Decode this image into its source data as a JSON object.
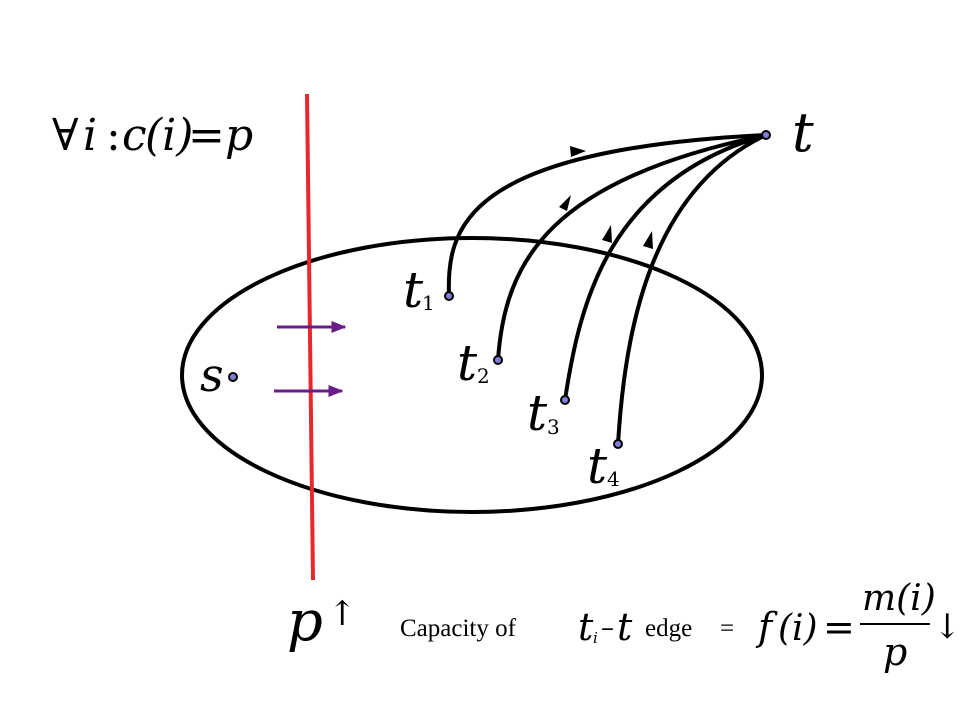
{
  "colors": {
    "stroke": "#000000",
    "cut_line": "#e8282b",
    "flow_arrow": "#6a1b8a",
    "node_fill": "#7f7fd8"
  },
  "formula": {
    "forall": "∀",
    "i": "i",
    "colon": ":",
    "c": "c",
    "paren_i": "(i)",
    "equals": "=",
    "p": "p"
  },
  "nodes": {
    "s": "s",
    "t": "t",
    "t1_base": "t",
    "t1_sub": "1",
    "t2_base": "t",
    "t2_sub": "2",
    "t3_base": "t",
    "t3_sub": "3",
    "t4_base": "t",
    "t4_sub": "4"
  },
  "bottom": {
    "p": "p",
    "up_arrow": "↑",
    "capacity_of": "Capacity of",
    "edge_t": "t",
    "edge_sub_i": "i",
    "edge_dash": "–",
    "edge_t2": "t",
    "edge_word": "edge",
    "eq1": "=",
    "f": "f",
    "f_arg": "(i)",
    "eq2": "=",
    "numerator": "m(i)",
    "denominator": "p",
    "down_arrow": "↓"
  }
}
